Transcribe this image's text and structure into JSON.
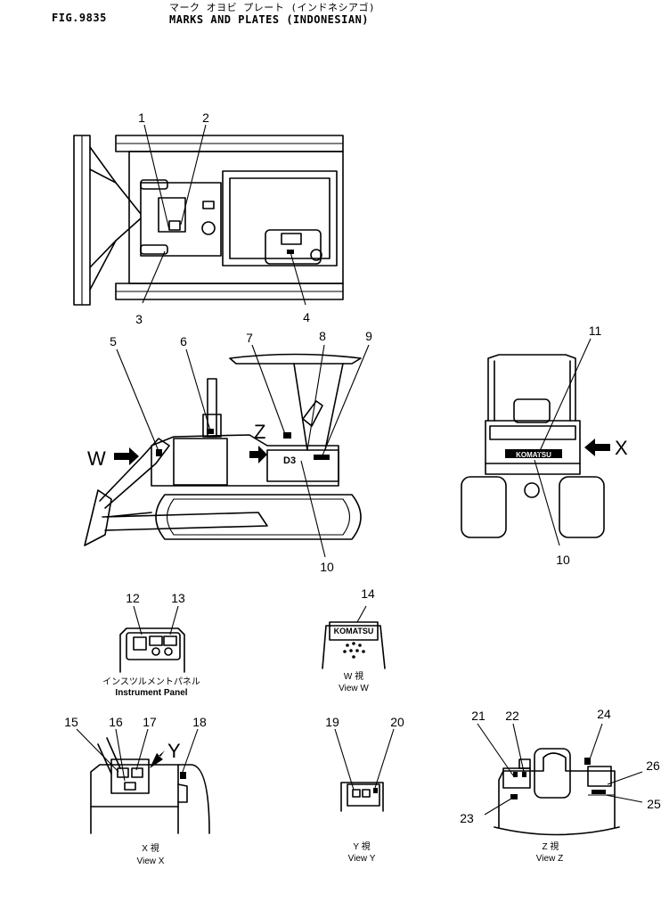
{
  "header": {
    "fig_no": "FIG.9835",
    "title_jp": "マーク オヨビ プレート (インドネシアゴ)",
    "title_en": "MARKS AND PLATES (INDONESIAN)"
  },
  "callouts": [
    "1",
    "2",
    "3",
    "4",
    "5",
    "6",
    "7",
    "8",
    "9",
    "10",
    "11",
    "12",
    "13",
    "14",
    "15",
    "16",
    "17",
    "18",
    "19",
    "20",
    "21",
    "22",
    "23",
    "24",
    "25",
    "26"
  ],
  "view_arrows": {
    "w": "W",
    "x": "X",
    "y": "Y",
    "z": "Z"
  },
  "plate_text": {
    "brand": "KOMATSU",
    "model": "D3"
  },
  "captions": {
    "panel_jp": "インスツルメントパネル",
    "panel_en": "Instrument Panel",
    "view_w_jp": "W 視",
    "view_w_en": "View W",
    "view_x_jp": "X 視",
    "view_x_en": "View X",
    "view_y_jp": "Y 視",
    "view_y_en": "View Y",
    "view_z_jp": "Z 視",
    "view_z_en": "View Z"
  }
}
